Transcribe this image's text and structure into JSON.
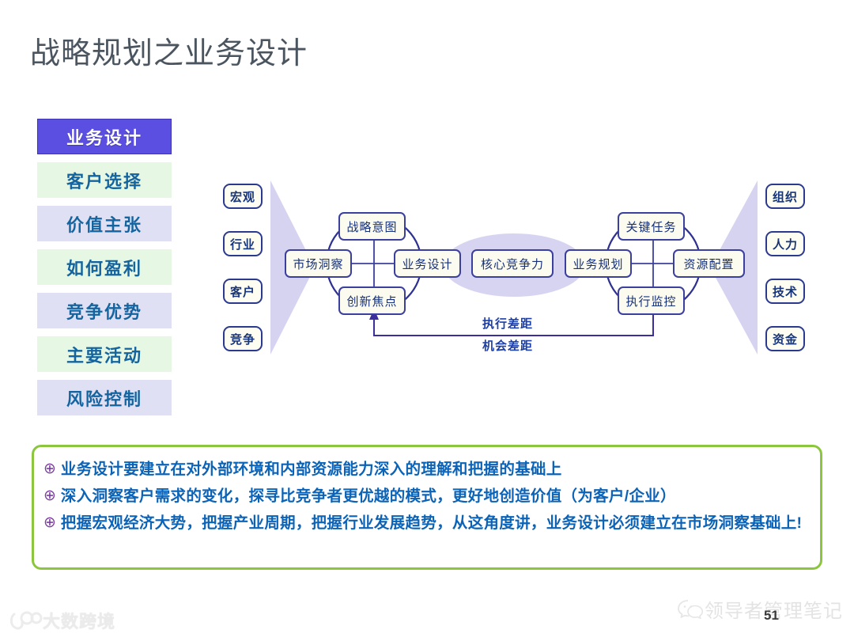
{
  "slide": {
    "title": "战略规划之业务设计",
    "page_number": "51"
  },
  "sidebar": {
    "items": [
      {
        "label": "业务设计",
        "state": "active",
        "bg": "#5a4fe0"
      },
      {
        "label": "客户选择",
        "state": "default",
        "bg": "#e6f7e4"
      },
      {
        "label": "价值主张",
        "state": "default",
        "bg": "#dfe0f4"
      },
      {
        "label": "如何盈利",
        "state": "default",
        "bg": "#e6f7e4"
      },
      {
        "label": "竞争优势",
        "state": "default",
        "bg": "#dfe0f4"
      },
      {
        "label": "主要活动",
        "state": "default",
        "bg": "#e6f7e4"
      },
      {
        "label": "风险控制",
        "state": "default",
        "bg": "#dfe0f4"
      }
    ]
  },
  "diagram": {
    "left_tags": [
      "宏观",
      "行业",
      "客户",
      "竞争"
    ],
    "right_tags": [
      "组织",
      "人力",
      "技术",
      "资金"
    ],
    "left_hub": "市场洞察",
    "left_cycle": {
      "top": "战略意图",
      "right": "业务设计",
      "bottom": "创新焦点"
    },
    "center": "核心竞争力",
    "right_hub": "业务规划",
    "right_cycle": {
      "top": "关键任务",
      "right": "资源配置",
      "bottom": "执行监控"
    },
    "gap_labels": {
      "upper": "执行差距",
      "lower": "机会差距"
    },
    "colors": {
      "node_border": "#3b3f9e",
      "node_fill": "#fbfbf0",
      "fan_fill": "#ccc9ee",
      "ellipse_fill": "#d3cff0"
    }
  },
  "bullets": [
    "业务设计要建立在对外部环境和内部资源能力深入的理解和把握的基础上",
    "深入洞察客户需求的变化，探寻比竞争者更优越的模式，更好地创造价值（为客户/企业）",
    "把握宏观经济大势，把握产业周期，把握行业发展趋势，从这角度讲，业务设计必须建立在市场洞察基础上!"
  ],
  "bullet_marker": "⊕",
  "watermarks": {
    "left": "大数跨境",
    "right": "领导者管理笔记"
  }
}
